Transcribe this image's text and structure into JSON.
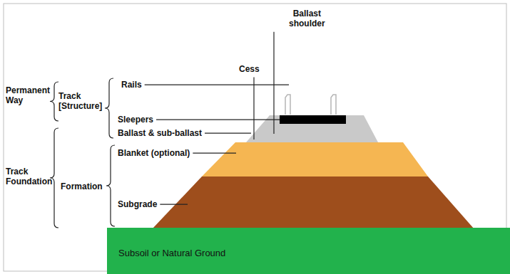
{
  "diagram": {
    "nodes": [
      {
        "text": [
          "Subsoil or Natural Ground"
        ]
      }
    ],
    "labels": [
      "Ballast shoulder",
      "Cess",
      "Permanent Way",
      "Track [Structure]",
      "Rails",
      "Sleepers",
      "Ballast & sub-ballast",
      "Track Foundation",
      "Formation",
      "Blanket (optional)",
      "Subgrade"
    ]
  }
}
